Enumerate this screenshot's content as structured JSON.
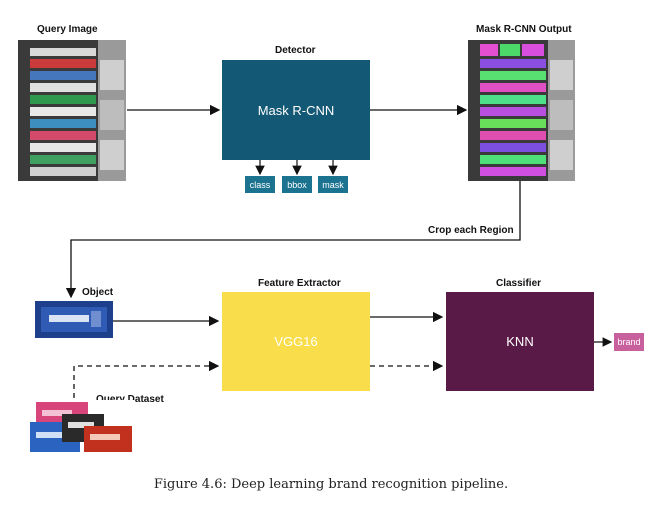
{
  "labels": {
    "query_image": "Query Image",
    "detector": "Detector",
    "mask_output": "Mask R-CNN Output",
    "crop": "Crop each Region",
    "object": "Object",
    "feature_extractor": "Feature Extractor",
    "classifier": "Classifier",
    "query_dataset": "Query Dataset"
  },
  "nodes": {
    "detector": "Mask R-CNN",
    "feature_extractor": "VGG16",
    "classifier": "KNN"
  },
  "outputs": {
    "class": "class",
    "bbox": "bbox",
    "mask": "mask",
    "brand": "brand"
  },
  "colors": {
    "detector": "#135875",
    "outputs": "#1c7390",
    "feature_extractor": "#f9dd4a",
    "classifier": "#5a1a47",
    "brand": "#c9609e"
  },
  "caption": "Figure 4.6: Deep learning brand recognition pipeline."
}
